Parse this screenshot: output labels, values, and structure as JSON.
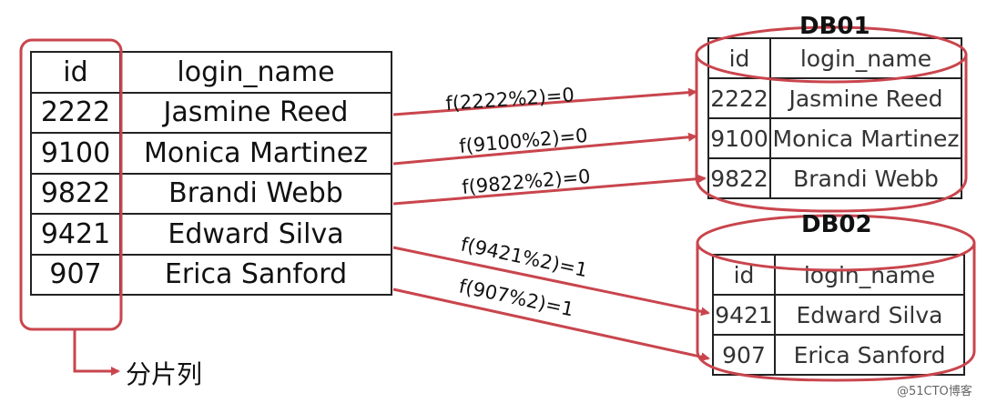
{
  "main_table": {
    "header": {
      "id": "id",
      "name": "login_name"
    },
    "rows": [
      {
        "id": "2222",
        "name": "Jasmine Reed"
      },
      {
        "id": "9100",
        "name": "Monica Martinez"
      },
      {
        "id": "9822",
        "name": "Brandi Webb"
      },
      {
        "id": "9421",
        "name": "Edward Silva"
      },
      {
        "id": "907",
        "name": "Erica Sanford"
      }
    ]
  },
  "shard_column_label": "分片列",
  "db01": {
    "title": "DB01",
    "header": {
      "id": "id",
      "name": "login_name"
    },
    "rows": [
      {
        "id": "2222",
        "name": "Jasmine Reed"
      },
      {
        "id": "9100",
        "name": "Monica Martinez"
      },
      {
        "id": "9822",
        "name": "Brandi Webb"
      }
    ]
  },
  "db02": {
    "title": "DB02",
    "header": {
      "id": "id",
      "name": "login_name"
    },
    "rows": [
      {
        "id": "9421",
        "name": "Edward Silva"
      },
      {
        "id": "907",
        "name": "Erica Sanford"
      }
    ]
  },
  "formulas": [
    "f(2222%2)=0",
    "f(9100%2)=0",
    "f(9822%2)=0",
    "f(9421%2)=1",
    "f(907%2)=1"
  ],
  "watermark": "@51CTO博客",
  "colors": {
    "accent": "#c9454d",
    "line": "#222222"
  }
}
